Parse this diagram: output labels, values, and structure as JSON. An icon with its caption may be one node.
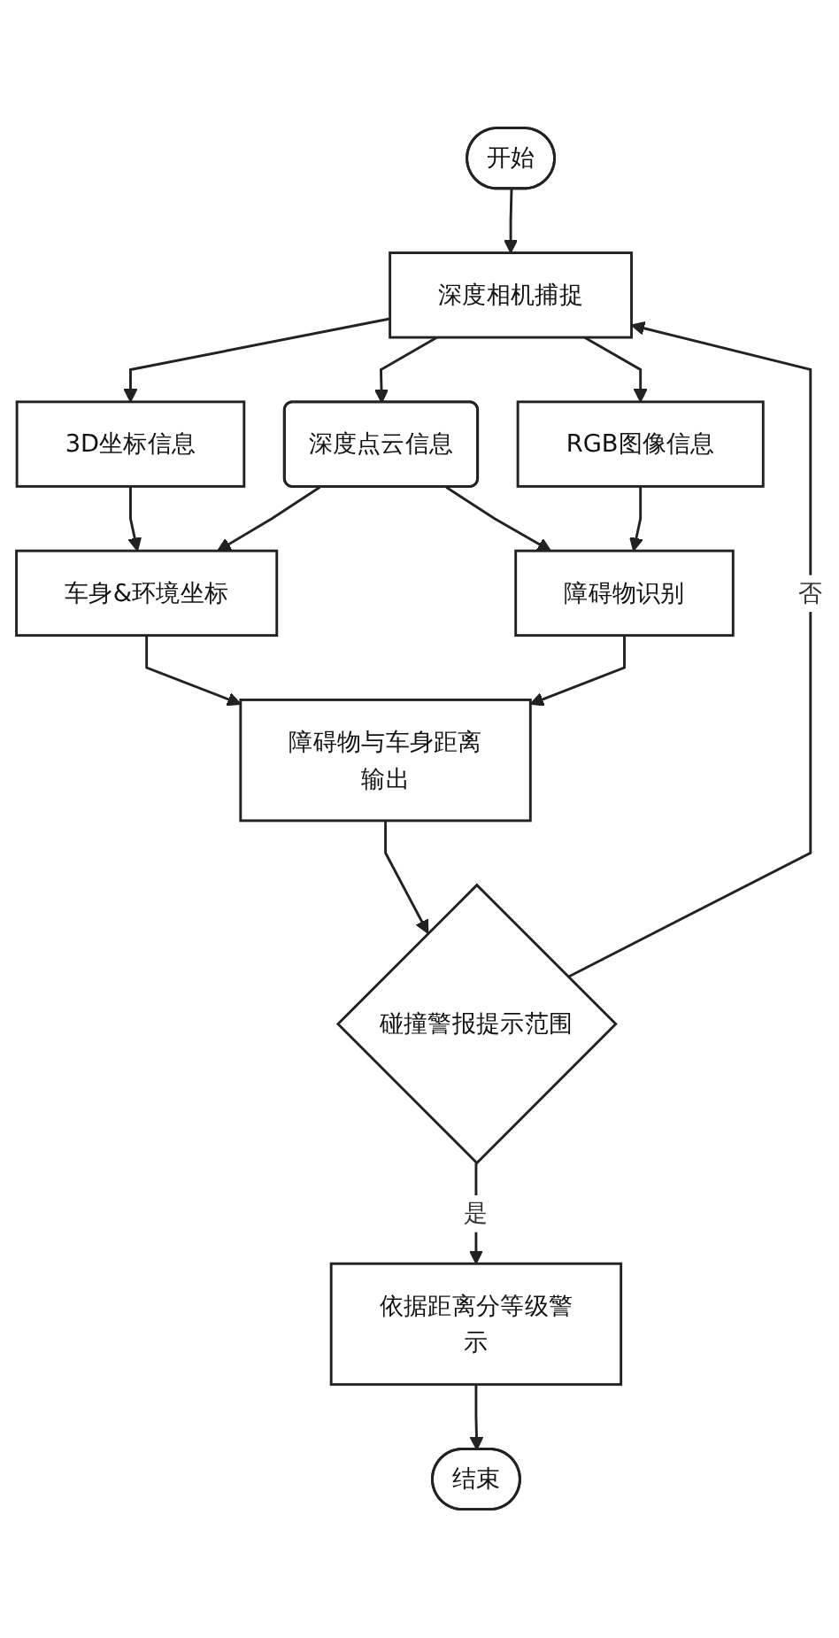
{
  "diagram": {
    "nodes": [
      {
        "text": [
          "开始"
        ]
      },
      {
        "text": [
          "深度相机捕捉"
        ]
      },
      {
        "text": [
          "3D坐标信息"
        ]
      },
      {
        "text": [
          "深度点云信息"
        ]
      },
      {
        "text": [
          "RGB图像信息"
        ]
      },
      {
        "text": [
          "车身&环境坐标"
        ]
      },
      {
        "text": [
          "障碍物识别"
        ]
      },
      {
        "text": [
          "障碍物与车身距离输出"
        ]
      },
      {
        "text": [
          "碰撞警报提示范围"
        ]
      },
      {
        "text": [
          "依据距离分等级警示"
        ]
      },
      {
        "text": [
          "结束"
        ]
      }
    ],
    "edges": [
      {
        "from": 0,
        "to": 1,
        "arrow": "to"
      },
      {
        "from": 1,
        "to": 2,
        "arrow": "to"
      },
      {
        "from": 1,
        "to": 3,
        "arrow": "to"
      },
      {
        "from": 1,
        "to": 4,
        "arrow": "to"
      },
      {
        "from": 2,
        "to": 5,
        "arrow": "to"
      },
      {
        "from": 3,
        "to": 5,
        "arrow": "to"
      },
      {
        "from": 3,
        "to": 6,
        "arrow": "to"
      },
      {
        "from": 4,
        "to": 6,
        "arrow": "to"
      },
      {
        "from": 5,
        "to": 7,
        "arrow": "to"
      },
      {
        "from": 6,
        "to": 7,
        "arrow": "to"
      },
      {
        "from": 7,
        "to": 8,
        "arrow": "to"
      },
      {
        "from": 8,
        "to": 9,
        "label": "是",
        "arrow": "to"
      },
      {
        "from": 8,
        "to": 1,
        "label": "否",
        "arrow": "to"
      },
      {
        "from": 9,
        "to": 10,
        "arrow": "to"
      }
    ]
  }
}
